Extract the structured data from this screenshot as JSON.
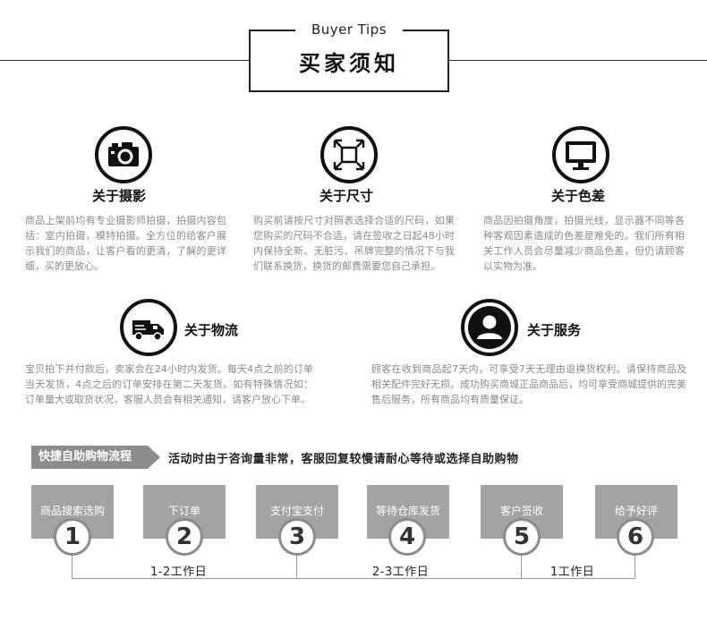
{
  "header": {
    "subtitle": "Buyer Tips",
    "title": "买家须知"
  },
  "sections": {
    "photo": {
      "icon": "camera-icon",
      "title": "关于摄影",
      "body": "商品上架前均有专业摄影师拍摄，拍摄内容包括：室内拍摄，模特拍摄。全方位的给客户展示我们的商品，让客户看的更清，了解的更详细，买的更放心。"
    },
    "size": {
      "icon": "resize-icon",
      "title": "关于尺寸",
      "body": "购买前请按尺寸对照表选择合适的尺码，如果您购买的尺码不合适，请在签收之日起48小时内保持全新、无脏污、吊牌完整的情况下与我们联系换货，换货的邮费需要您自己承担。"
    },
    "color": {
      "icon": "monitor-icon",
      "title": "关于色差",
      "body": "商品因拍摄角度，拍摄光线，显示器不同等各种客观因素造成的色差是难免的。我们所有相关工作人员会尽量减少商品色差，但仍请顾客以实物为准。"
    },
    "logistics": {
      "icon": "truck-icon",
      "title": "关于物流",
      "body": "宝贝拍下并付款后，卖家会在24小时内发货。每天4点之前的订单当天发货，4点之后的订单安排在第二天发货。如有特殊情况如：订单量大或取货状况，客服人员会有相关通知，请客户放心下单。"
    },
    "service": {
      "icon": "user-icon",
      "title": "关于服务",
      "body": "顾客在收到商品起7天内，可享受7天无理由退换货权利。请保持商品及相关配件完好无损。成功购买商城正品商品后，均可享受商城提供的完美售后服务，所有商品均有质量保证。"
    }
  },
  "flow": {
    "tag": "快捷自助购物流程",
    "note": "活动时由于咨询量非常，客服回复较慢请耐心等待或选择自助购物",
    "steps": [
      {
        "label": "商品搜索选购",
        "num": "1"
      },
      {
        "label": "下订单",
        "num": "2"
      },
      {
        "label": "支付宝支付",
        "num": "3"
      },
      {
        "label": "等待仓库发货",
        "num": "4"
      },
      {
        "label": "客户签收",
        "num": "5"
      },
      {
        "label": "给予好评",
        "num": "6"
      }
    ],
    "durations": [
      "1-2工作日",
      "2-3工作日",
      "1工作日"
    ]
  },
  "colors": {
    "step_box": "#a3a3a3",
    "tag_bg": "#8c8c8c",
    "body_text": "#8a8a8a"
  }
}
